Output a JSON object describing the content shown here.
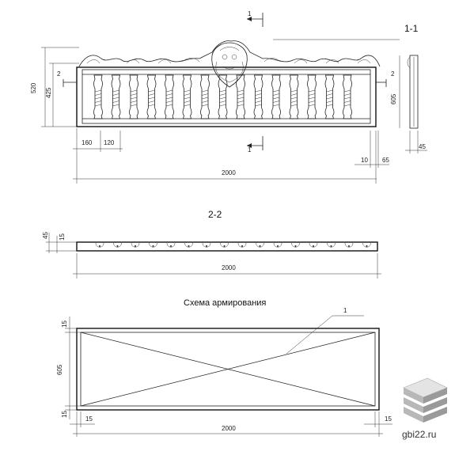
{
  "labels": {
    "section_1_1": "1-1",
    "section_2_2": "2-2",
    "cut_1_top": "1",
    "cut_1_bottom": "1",
    "cut_2_left": "2",
    "cut_2_right": "2",
    "reinforcement_title": "Схема армирования",
    "callout_1": "1"
  },
  "dims_top": {
    "height_520": "520",
    "height_425": "425",
    "height_605": "605",
    "w_160": "160",
    "w_120": "120",
    "len_2000": "2000",
    "w_10": "10",
    "w_65": "65",
    "w_45": "45"
  },
  "dims_mid": {
    "h_45": "45",
    "h_15": "15",
    "len_2000": "2000"
  },
  "dims_bottom": {
    "t_15_top": "15",
    "h_605": "605",
    "t_15_bot": "15",
    "l_15": "15",
    "r_15": "15",
    "len_2000": "2000"
  },
  "branding": {
    "site": "gbi22.ru",
    "logo": "stacked-slabs-icon"
  },
  "colors": {
    "ink": "#222222",
    "logo_top": "#d8d8d8",
    "logo_side": "#9a9a9a"
  }
}
